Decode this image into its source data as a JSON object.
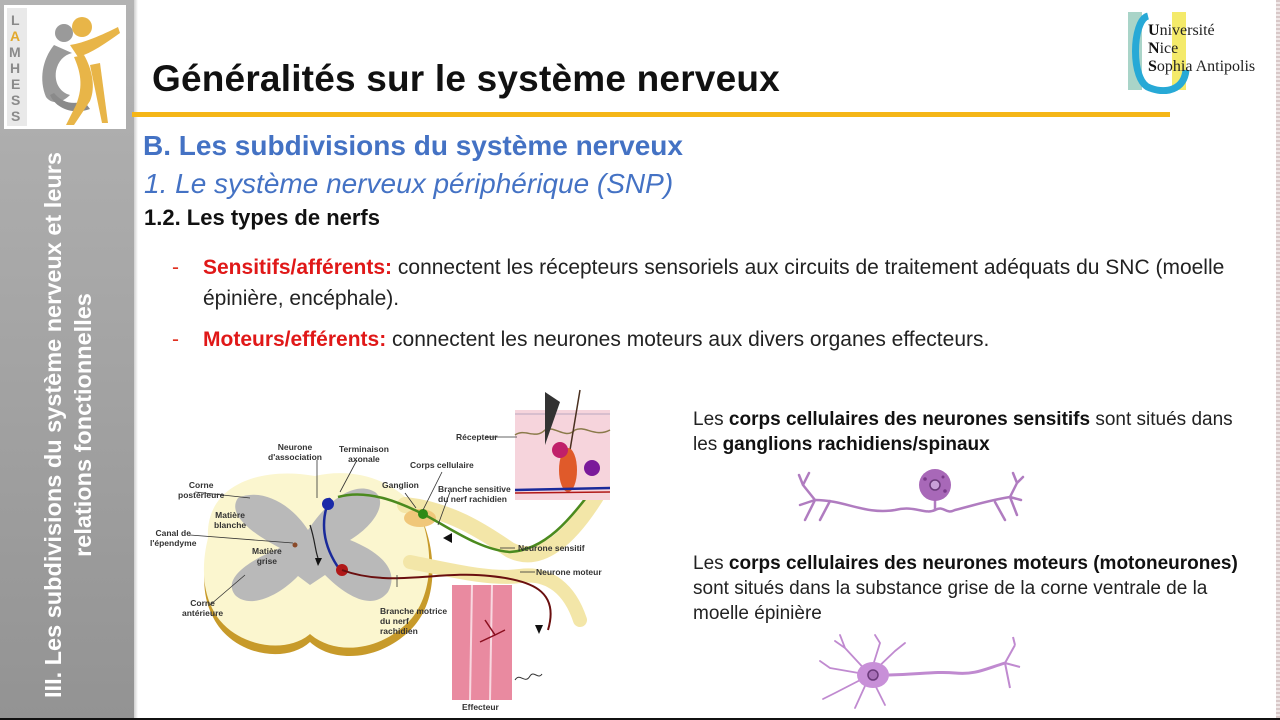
{
  "header": {
    "title": "Généralités sur le système nerveux",
    "accent_color": "#f5b617"
  },
  "logos": {
    "left": {
      "letters": [
        "L",
        "A",
        "M",
        "H",
        "E",
        "S",
        "S"
      ],
      "name": "LAMHESS"
    },
    "right": {
      "line1_initial": "U",
      "line1": "niversité",
      "line2_initial": "N",
      "line2": "ice",
      "line3_initial": "S",
      "line3": "ophia Antipolis"
    }
  },
  "sidebar": {
    "label": "III. Les subdivisions du système nerveux et leurs relations fonctionnelles"
  },
  "content": {
    "section": "B. Les subdivisions du système nerveux",
    "subsection": "1. Le système nerveux périphérique (SNP)",
    "subsubsection": "1.2. Les types de nerfs",
    "bullets": [
      {
        "marker": "-",
        "term": "Sensitifs/afférents:",
        "text": " connectent les récepteurs sensoriels aux circuits de traitement adéquats du SNC (moelle épinière, encéphale)."
      },
      {
        "marker": "-",
        "term": "Moteurs/efférents:",
        "text": " connectent les neurones moteurs aux divers organes effecteurs."
      }
    ],
    "colors": {
      "heading": "#4472c4",
      "term": "#e01818"
    }
  },
  "diagram": {
    "labels": {
      "corne_posterieure": "Corne\npostérieure",
      "matiere_blanche": "Matière\nblanche",
      "canal_ependyme": "Canal de\nl'épendyme",
      "matiere_grise": "Matière\ngrise",
      "corne_anterieure": "Corne\nantérieure",
      "neurone_association": "Neurone\nd'association",
      "terminaison_axonale": "Terminaison\naxonale",
      "ganglion": "Ganglion",
      "corps_cellulaire": "Corps cellulaire",
      "branche_sensitive": "Branche sensitive\ndu nerf rachidien",
      "recepteur": "Récepteur",
      "neurone_sensitif": "Neurone sensitif",
      "neurone_moteur": "Neurone moteur",
      "branche_motrice": "Branche motrice\ndu nerf\nrachidien",
      "effecteur": "Effecteur"
    }
  },
  "descriptions": [
    {
      "parts": [
        {
          "text": "Les ",
          "bold": false
        },
        {
          "text": "corps cellulaires des neurones sensitifs",
          "bold": true
        },
        {
          "text": " sont situés dans les ",
          "bold": false
        },
        {
          "text": "ganglions rachidiens/spinaux",
          "bold": true
        }
      ]
    },
    {
      "parts": [
        {
          "text": "Les ",
          "bold": false
        },
        {
          "text": "corps cellulaires des neurones moteurs (motoneurones)",
          "bold": true
        },
        {
          "text": " sont situés dans la substance grise de la corne ventrale de la moelle épinière",
          "bold": false
        }
      ]
    }
  ]
}
